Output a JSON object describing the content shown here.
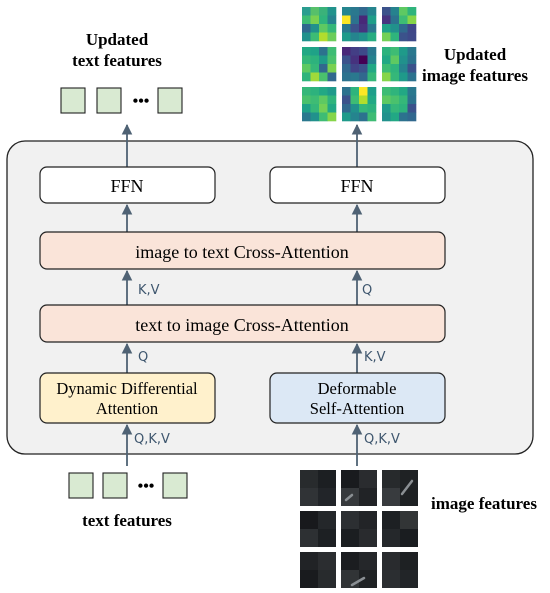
{
  "labels": {
    "updated_text": [
      "Updated",
      "text features"
    ],
    "updated_image": [
      "Updated",
      "image features"
    ],
    "text_features": "text features",
    "image_features": "image features",
    "ellipsis": "•••"
  },
  "blocks": {
    "ffn_left": "FFN",
    "ffn_right": "FFN",
    "i2t": "image to text Cross-Attention",
    "t2i": "text to image Cross-Attention",
    "dda": [
      "Dynamic Differential",
      "Attention"
    ],
    "dsa": [
      "Deformable",
      "Self-Attention"
    ]
  },
  "arrow_labels": {
    "i2t_left": "K,V",
    "i2t_right": "Q",
    "t2i_left": "Q",
    "t2i_right": "K,V",
    "input_left": "Q,K,V",
    "input_right": "Q,K,V"
  },
  "colors": {
    "container": "#f1f1f1",
    "cross_attention": "#fae4d9",
    "dynamic_attention": "#fff1cc",
    "deformable_attention": "#dce8f5",
    "token": "#d9ead2",
    "arrow": "#4f6274",
    "label_text": "#3e566e"
  },
  "updated_image_grid": [
    [
      [
        "#2a9d8f",
        "#57c06a",
        "#3ab27a",
        "#21928c"
      ],
      [
        "#3ebc74",
        "#7ad151",
        "#2fb47c",
        "#26828e"
      ],
      [
        "#30688e",
        "#21918c",
        "#5ec962",
        "#35b779"
      ],
      [
        "#21918c",
        "#3dbc74",
        "#b2dd2d",
        "#6ccd5a"
      ]
    ],
    [
      [
        "#25858e",
        "#2a788e",
        "#31688e",
        "#25848e"
      ],
      [
        "#fde725",
        "#2c728e",
        "#482878",
        "#1f9e89"
      ],
      [
        "#2a788e",
        "#3b528b",
        "#46337f",
        "#2a788e"
      ],
      [
        "#1f9a8a",
        "#25848e",
        "#21918c",
        "#27ad81"
      ]
    ],
    [
      [
        "#3b528b",
        "#26828e",
        "#5ec962",
        "#2fb47c"
      ],
      [
        "#46337f",
        "#2c728e",
        "#3ebc74",
        "#86d549"
      ],
      [
        "#1fa188",
        "#21918c",
        "#30698e",
        "#3f4788"
      ],
      [
        "#73d056",
        "#2fb47c",
        "#3b528b",
        "#3e4989"
      ]
    ],
    [
      [
        "#22a884",
        "#1fa287",
        "#2c728e",
        "#3ebc74"
      ],
      [
        "#35b779",
        "#2db27d",
        "#1f9a8a",
        "#4ac16d"
      ],
      [
        "#5ec962",
        "#35b779",
        "#31688e",
        "#7ad151"
      ],
      [
        "#2fb47c",
        "#9fda3a",
        "#4ac16d",
        "#31688e"
      ]
    ],
    [
      [
        "#482878",
        "#433e85",
        "#3e4989",
        "#2a788e"
      ],
      [
        "#3b528b",
        "#46327e",
        "#440154",
        "#26828e"
      ],
      [
        "#31688e",
        "#414487",
        "#3b528b",
        "#22a884"
      ],
      [
        "#2c728e",
        "#2a788e",
        "#31688e",
        "#35b779"
      ]
    ],
    [
      [
        "#2db27d",
        "#3ebc74",
        "#1f9a8a",
        "#2a788e"
      ],
      [
        "#22a884",
        "#5ec962",
        "#21918c",
        "#2c728e"
      ],
      [
        "#3ebc74",
        "#2fb47c",
        "#25848e",
        "#3b528b"
      ],
      [
        "#86d549",
        "#35b779",
        "#1f9a8a",
        "#2c728e"
      ]
    ],
    [
      [
        "#35b779",
        "#2db27d",
        "#22a884",
        "#1f9a8a"
      ],
      [
        "#4ac16d",
        "#3ebc74",
        "#5ec962",
        "#2fb47c"
      ],
      [
        "#1fa188",
        "#35b779",
        "#73d056",
        "#22a884"
      ],
      [
        "#2a788e",
        "#21918c",
        "#3ebc74",
        "#86d549"
      ]
    ],
    [
      [
        "#2c728e",
        "#2fb47c",
        "#fde725",
        "#1f9e89"
      ],
      [
        "#3b528b",
        "#3ebc74",
        "#b2dd2d",
        "#22a884"
      ],
      [
        "#31688e",
        "#21918c",
        "#35b779",
        "#2db27d"
      ],
      [
        "#1f9a8a",
        "#25848e",
        "#2c728e",
        "#3ebc74"
      ]
    ],
    [
      [
        "#3ebc74",
        "#2fb47c",
        "#22a884",
        "#2a788e"
      ],
      [
        "#5ec962",
        "#4ac16d",
        "#35b779",
        "#2c728e"
      ],
      [
        "#1f9a8a",
        "#35b779",
        "#2db27d",
        "#3b528b"
      ],
      [
        "#21918c",
        "#22a884",
        "#2c728e",
        "#31688e"
      ]
    ]
  ],
  "input_image_grid": [
    [
      "#2a2d2f",
      "#1d2022",
      "#333638",
      "#24272a"
    ],
    [
      "#1a1c1e",
      "#2c2f31",
      "#3a3d3f",
      "#222527"
    ],
    [
      "#292c2e",
      "#202325",
      "#3c3f41",
      "#1f2224"
    ],
    [
      "#181a1c",
      "#26292b",
      "#303335",
      "#1e2123"
    ],
    [
      "#2f3234",
      "#232628",
      "#1c1f21",
      "#2b2e30"
    ],
    [
      "#1e2123",
      "#353839",
      "#272a2c",
      "#1b1e20"
    ],
    [
      "#222527",
      "#2d3032",
      "#191c1e",
      "#2a2d2f"
    ],
    [
      "#1c1e20",
      "#27292b",
      "#343739",
      "#202325"
    ],
    [
      "#2b2e30",
      "#1f2224",
      "#2e3133",
      "#242729"
    ]
  ]
}
